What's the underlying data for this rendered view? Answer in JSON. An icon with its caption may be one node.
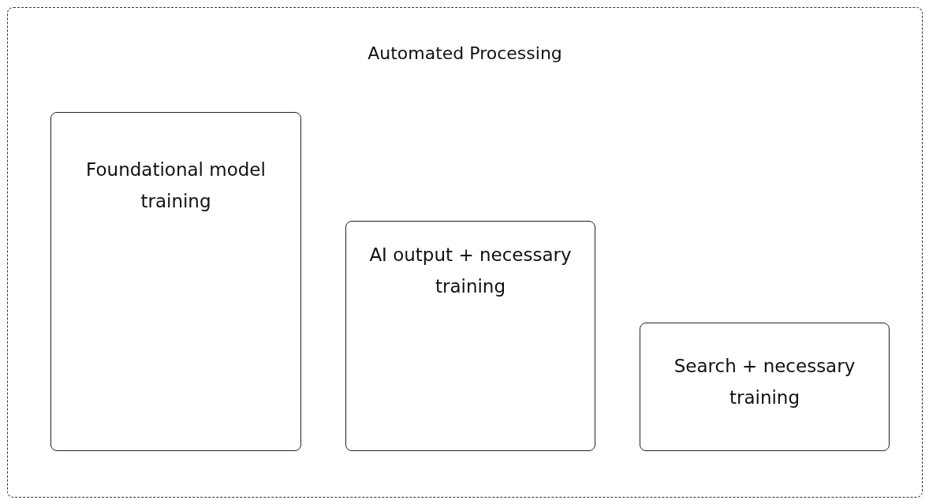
{
  "diagram": {
    "nodes": [
      {
        "text": [
          "Automated Processing"
        ]
      },
      {
        "text": [
          "Foundational model training"
        ],
        "in": 0
      },
      {
        "text": [
          "AI output + necessary training"
        ],
        "in": 0
      },
      {
        "text": [
          "Search + necessary training"
        ],
        "in": 0
      }
    ]
  }
}
